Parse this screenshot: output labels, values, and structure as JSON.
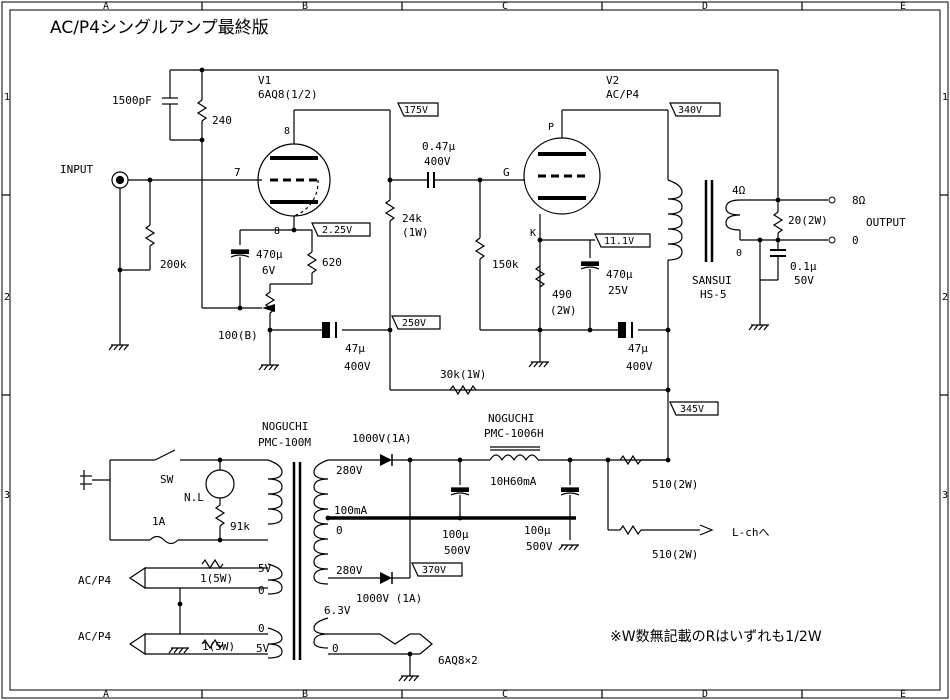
{
  "title": "AC/P4シングルアンプ最終版",
  "grid": {
    "columns": [
      "A",
      "B",
      "C",
      "D",
      "E"
    ],
    "rows": [
      "1",
      "2",
      "3"
    ]
  },
  "tubes": {
    "v1": {
      "name": "V1",
      "type": "6AQ8(1/2)",
      "pin_plate": "8",
      "pin_grid": "7",
      "pin_cathode": "8"
    },
    "v2": {
      "name": "V2",
      "type": "AC/P4",
      "pin_plate": "P",
      "pin_grid": "G",
      "pin_cathode": "K"
    }
  },
  "input": {
    "label": "INPUT",
    "r_grid": "200k",
    "c_fb": "1500pF",
    "r_fb": "240"
  },
  "v1_stage": {
    "cap_k": "470μ",
    "cap_k_v": "6V",
    "r_k": "620",
    "vr": "100(B)",
    "v_plate": "175V",
    "v_cath": "2.25V",
    "v_b": "250V",
    "r_load": "24k",
    "r_load_w": "(1W)",
    "c_dec": "47μ",
    "c_dec_v": "400V"
  },
  "coupling": {
    "c": "0.47μ",
    "v": "400V"
  },
  "v2_stage": {
    "r_grid": "150k",
    "v_plate": "340V",
    "v_cath": "11.1V",
    "r_k": "490",
    "r_k_w": "(2W)",
    "cap_k": "470μ",
    "cap_k_v": "25V",
    "c_dec": "47μ",
    "c_dec_v": "400V"
  },
  "output": {
    "trans": "SANSUI",
    "trans_model": "HS-5",
    "tap": "4Ω",
    "zero": "0",
    "r": "20(2W)",
    "c": "0.1μ",
    "c_v": "50V",
    "label": "OUTPUT",
    "out_8": "8Ω",
    "out_0": "0"
  },
  "r_drop": "30k(1W)",
  "v_supply": "345V",
  "power": {
    "trans": "NOGUCHI",
    "trans_model": "PMC-100M",
    "sw": "SW",
    "nl": "N.L",
    "fuse": "1A",
    "r_nl": "91k",
    "v_280a": "280V",
    "v_100ma": "100mA",
    "v_0": "0",
    "v_280b": "280V",
    "diode_a": "1000V(1A)",
    "diode_b": "1000V (1A)",
    "v_370": "370V",
    "choke": "NOGUCHI",
    "choke_model": "PMC-1006H",
    "choke_spec": "10H60mA",
    "c1": "100μ",
    "c1_v": "500V",
    "c2": "100μ",
    "c2_v": "500V",
    "r1": "510(2W)",
    "r2": "510(2W)",
    "lch": "L-chへ"
  },
  "heater": {
    "acp4_a": "AC/P4",
    "acp4_b": "AC/P4",
    "r_a": "1(5W)",
    "r_b": "1(5W)",
    "v5a": "5V",
    "v0a": "0",
    "v0b": "0",
    "v5b": "5V",
    "v63": "6.3V",
    "v63_0": "0",
    "label_6aq8": "6AQ8×2"
  },
  "footnote": "※W数無記載のRはいずれも1/2W"
}
